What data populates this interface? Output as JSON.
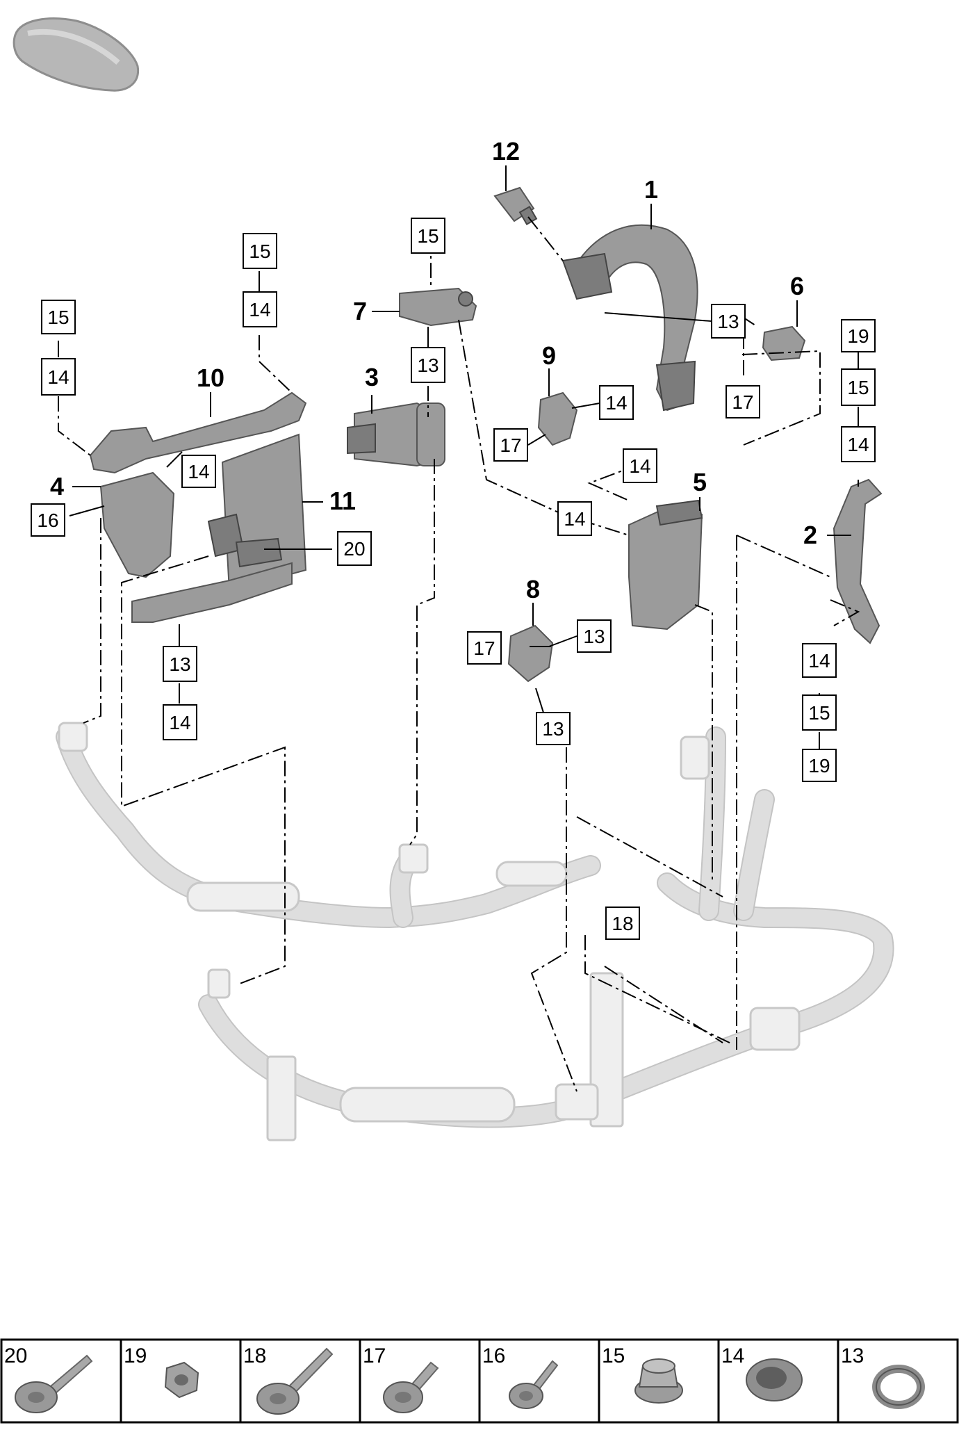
{
  "callouts": [
    "1",
    "2",
    "3",
    "4",
    "5",
    "6",
    "7",
    "8",
    "9",
    "10",
    "11",
    "12"
  ],
  "boxed": {
    "b15a": "15",
    "b14a": "14",
    "b15b": "15",
    "b14b": "14",
    "b15c": "15",
    "b13a": "13",
    "b13b": "13",
    "b19a": "19",
    "b15d": "15",
    "b14c": "14",
    "b17a": "17",
    "b14d": "14",
    "b17b": "17",
    "b14e": "14",
    "b14f": "14",
    "b16": "16",
    "b20": "20",
    "b14g": "14",
    "b13c": "13",
    "b14h": "14",
    "b17c": "17",
    "b13d": "13",
    "b13e": "13",
    "b14i": "14",
    "b15e": "15",
    "b19b": "19",
    "b18": "18"
  },
  "legend": [
    {
      "num": "20",
      "icon": "long-bolt-flanged-icon"
    },
    {
      "num": "19",
      "icon": "hex-nut-icon"
    },
    {
      "num": "18",
      "icon": "long-bolt-icon"
    },
    {
      "num": "17",
      "icon": "short-bolt-icon"
    },
    {
      "num": "16",
      "icon": "screw-icon"
    },
    {
      "num": "15",
      "icon": "bushing-icon"
    },
    {
      "num": "14",
      "icon": "grommet-icon"
    },
    {
      "num": "13",
      "icon": "o-ring-icon"
    }
  ]
}
